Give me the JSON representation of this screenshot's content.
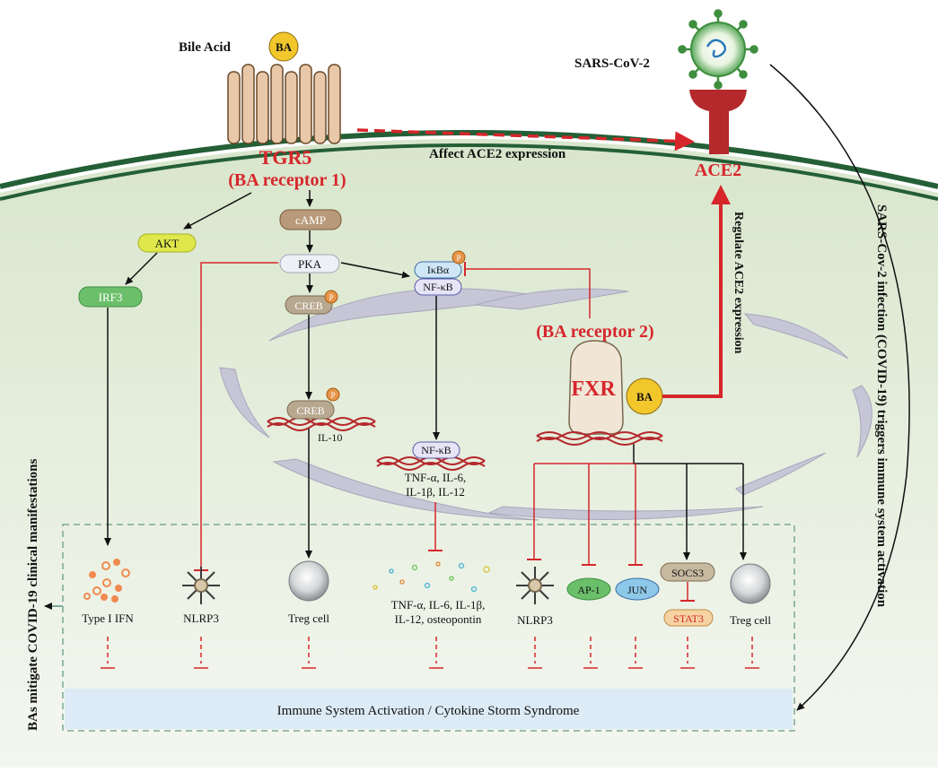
{
  "labels": {
    "bile_acid": "Bile Acid",
    "ba": "BA",
    "tgr5": "TGR5",
    "ba_receptor_1": "(BA receptor 1)",
    "affect_ace2": "Affect  ACE2 expression",
    "sars_cov2": "SARS-CoV-2",
    "ace2": "ACE2",
    "regulate_ace2": "Regulate ACE2 expression",
    "sars_infection": "SARS-Cov-2 infection (COVID-19) triggers immune system activation",
    "bas_mitigate": "BAs mitigate COVID-19 clinical manifestations",
    "ba_receptor_2": "(BA receptor 2)",
    "fxr": "FXR",
    "akt": "AKT",
    "irf3": "IRF3",
    "camp": "cAMP",
    "pka": "PKA",
    "creb": "CREB",
    "p": "P",
    "il10": "IL-10",
    "ikba": "IκBα",
    "nfkb": "NF-κB",
    "nfkb_targets_1": "TNF-α, IL-6,",
    "nfkb_targets_2": "IL-1β, IL-12",
    "ap1": "AP-1",
    "jun": "JUN",
    "socs3": "SOCS3",
    "stat3": "STAT3",
    "type1_ifn": "Type I IFN",
    "nlrp3": "NLRP3",
    "treg": "Treg cell",
    "cytokines_1": "TNF-α,  IL-6, IL-1β,",
    "cytokines_2": "IL-12, osteopontin",
    "immune_activation": "Immune System Activation / Cytokine Storm Syndrome"
  },
  "colors": {
    "red": "#d6262b",
    "cell_fill": "#e6eedb",
    "membrane": "#245f36",
    "er": "#c6c6d6",
    "akt": "#dfe84a",
    "irf3": "#6bbf6a",
    "ap1": "#6bbf6a",
    "jun": "#8ec8e8",
    "stat3": "#f6d3a3",
    "socs3": "#c7b9a0",
    "creb": "#b8a890",
    "ba": "#f2c72c",
    "bottom_bar": "#dcebf5"
  }
}
